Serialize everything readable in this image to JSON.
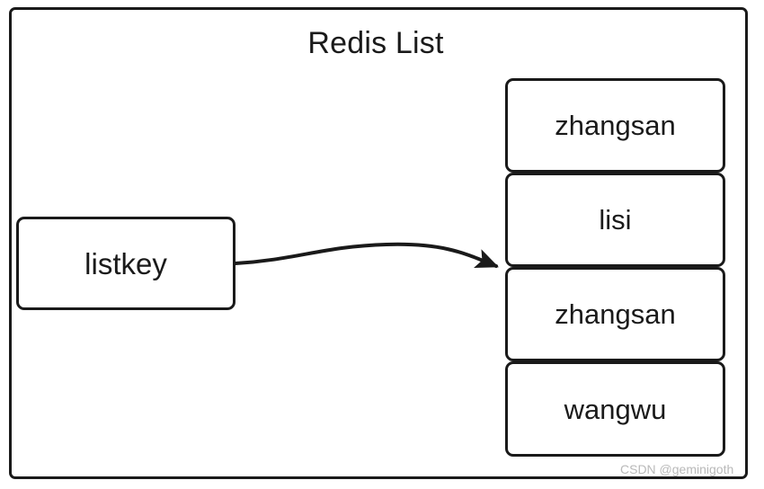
{
  "diagram": {
    "title": "Redis List",
    "key_node": {
      "label": "listkey"
    },
    "list": {
      "items": [
        {
          "label": "zhangsan"
        },
        {
          "label": "lisi"
        },
        {
          "label": "zhangsan"
        },
        {
          "label": "wangwu"
        }
      ]
    },
    "connector": {
      "name": "key-to-list-arrow",
      "style": "curved-arrow"
    },
    "colors": {
      "stroke": "#1a1a1a",
      "fill": "#ffffff",
      "watermark": "#b9b9b9"
    }
  },
  "watermark": {
    "text": "CSDN @geminigoth"
  }
}
